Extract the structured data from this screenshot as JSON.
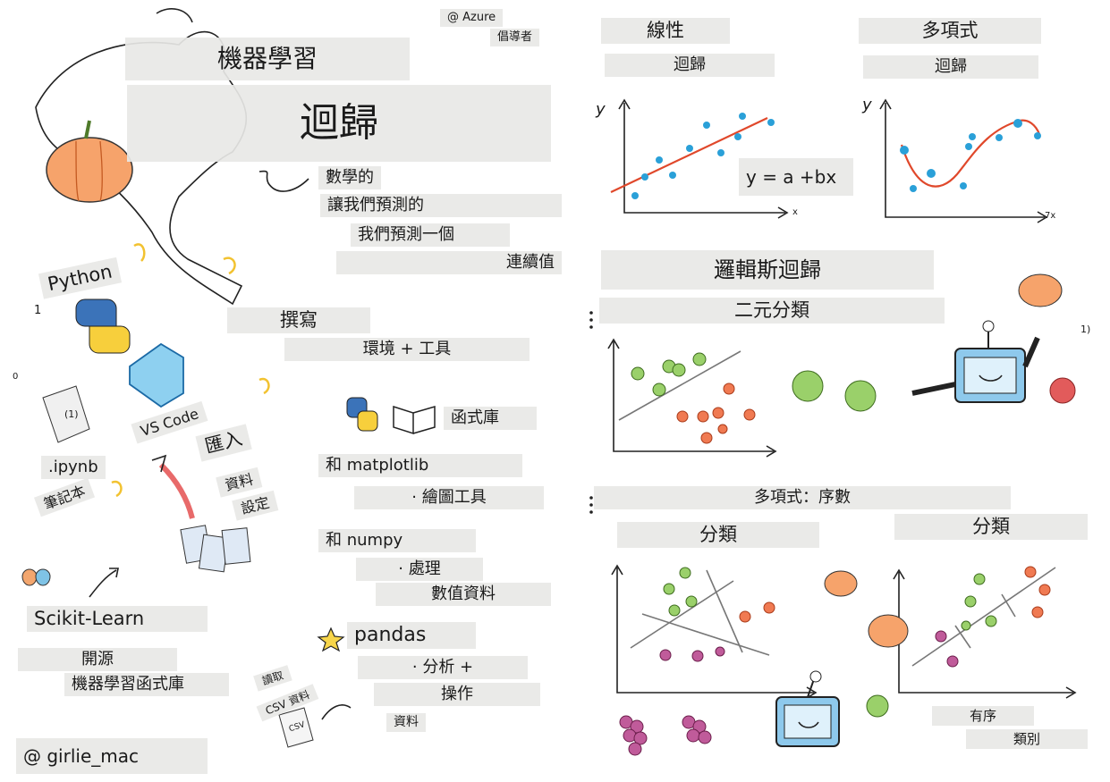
{
  "title": {
    "line1": "機器學習",
    "line2": "迴歸"
  },
  "credits": {
    "azure": "@ Azure",
    "advocate": "倡導者",
    "author": "@ girlie_mac"
  },
  "definition": {
    "l1": "數學的",
    "l2": "讓我們預測的",
    "l3": "我們預測一個",
    "l4": "連續值"
  },
  "tools": {
    "python": "Python",
    "ipynb_icon_text": "(1)",
    "ipynb": ".ipynb",
    "notebook": "筆記本",
    "vscode": "VS Code",
    "write": "撰寫",
    "env_tools": "環境 + 工具",
    "import": "匯入",
    "data": "資料",
    "settings": "設定",
    "scikit": "Scikit-Learn",
    "open_source": "開源",
    "ml_library": "機器學習函式庫",
    "read": "讀取",
    "csv_data": "CSV 資料",
    "csv_icon": "CSV",
    "left_ticks": [
      "1",
      "0"
    ]
  },
  "libraries": {
    "library": "函式庫",
    "matplotlib": "和 matplotlib",
    "plotting": "· 繪圖工具",
    "numpy": "和 numpy",
    "processing": "· 處理",
    "numeric": "數值資料",
    "pandas": "pandas",
    "analysis": "· 分析 +",
    "manipulate": "操作",
    "data": "資料"
  },
  "linear": {
    "title": "線性",
    "subtitle": "迴歸",
    "y_axis": "y",
    "x_axis": "x",
    "equation": "y = a +bx"
  },
  "polynomial": {
    "title": "多項式",
    "subtitle": "迴歸",
    "y_axis": "y",
    "x_axis": "7x"
  },
  "logistic": {
    "title": "邏輯斯迴歸",
    "binary": "二元分類",
    "marker": "1)",
    "poly_ordinal": "多項式：序數",
    "classification_a": "分類",
    "classification_b": "分類",
    "ordinal": "有序",
    "category": "類別"
  },
  "colors": {
    "accent_blue": "#2aa0d8",
    "regression_line": "#e0482b",
    "apple_green": "#7cc243",
    "pumpkin": "#f08a4b",
    "grape": "#b04b8a",
    "label_bg": "#e8e8e6"
  }
}
